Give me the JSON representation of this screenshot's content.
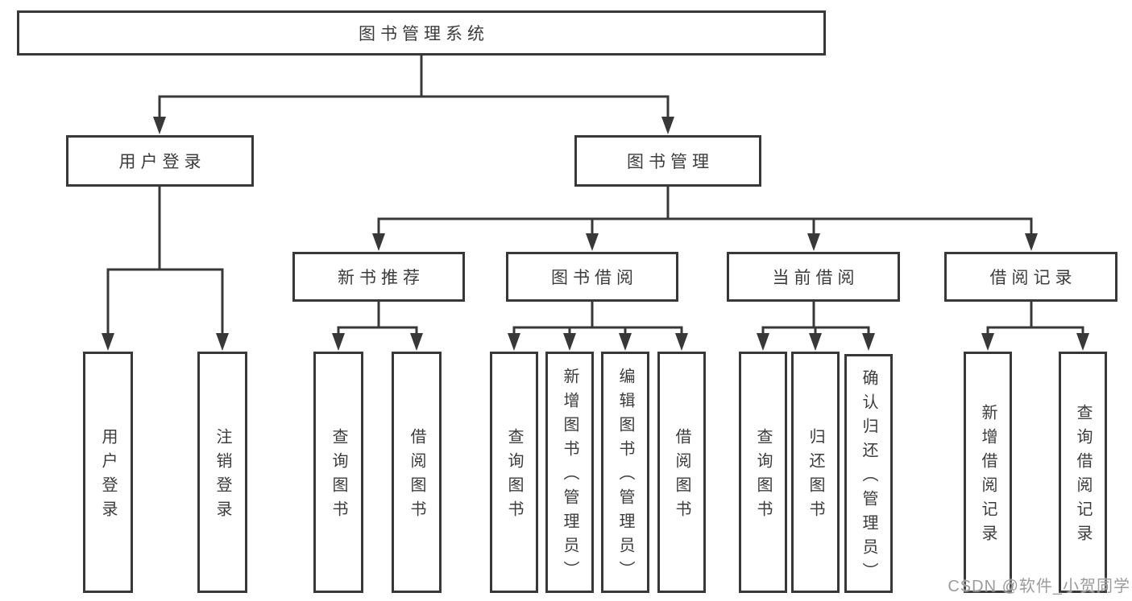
{
  "tree": {
    "label": "图书管理系统",
    "children": [
      {
        "label": "用户登录",
        "children": [
          {
            "label": "用户登录"
          },
          {
            "label": "注销登录"
          }
        ]
      },
      {
        "label": "图书管理",
        "children": [
          {
            "label": "新书推荐",
            "children": [
              {
                "label": "查询图书"
              },
              {
                "label": "借阅图书"
              }
            ]
          },
          {
            "label": "图书借阅",
            "children": [
              {
                "label": "查询图书"
              },
              {
                "label": "新增图书（管理员）"
              },
              {
                "label": "编辑图书（管理员）"
              },
              {
                "label": "借阅图书"
              }
            ]
          },
          {
            "label": "当前借阅",
            "children": [
              {
                "label": "查询图书"
              },
              {
                "label": "归还图书"
              },
              {
                "label": "确认归还（管理员）"
              }
            ]
          },
          {
            "label": "借阅记录",
            "children": [
              {
                "label": "新增借阅记录"
              },
              {
                "label": "查询借阅记录"
              }
            ]
          }
        ]
      }
    ]
  },
  "watermark": {
    "text": "CSDN @软件_小贺同学"
  },
  "colors": {
    "line": "#383838",
    "text": "#3c3c3c",
    "background": "#ffffff",
    "watermark": "#9c9c9c"
  }
}
